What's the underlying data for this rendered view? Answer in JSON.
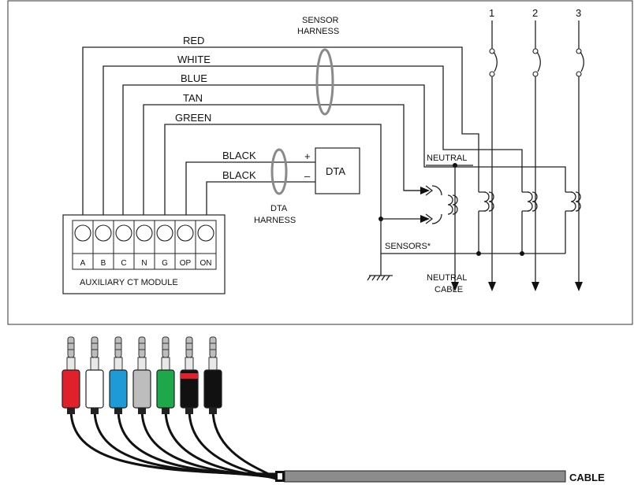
{
  "sensor_harness": {
    "line1": "SENSOR",
    "line2": "HARNESS"
  },
  "wires": {
    "red": "RED",
    "white": "WHITE",
    "blue": "BLUE",
    "tan": "TAN",
    "green": "GREEN",
    "black1": "BLACK",
    "black2": "BLACK"
  },
  "dta": {
    "box_label": "DTA",
    "plus": "+",
    "minus": "–",
    "harness_line1": "DTA",
    "harness_line2": "HARNESS"
  },
  "module": {
    "terminals": [
      "A",
      "B",
      "C",
      "N",
      "G",
      "OP",
      "ON"
    ],
    "title": "AUXILIARY CT MODULE"
  },
  "neutral": "NEUTRAL",
  "sensors": "SENSORS*",
  "neutral_cable": {
    "line1": "NEUTRAL",
    "line2": "CABLE"
  },
  "phases": [
    "1",
    "2",
    "3"
  ],
  "cable_label": "CABLE",
  "plug_colors": [
    "#e0202a",
    "#ffffff",
    "#1e9ad6",
    "#bdbdbd",
    "#1ea84a",
    "#111111",
    "#111111"
  ],
  "plug_stripe_color": "#e0202a"
}
